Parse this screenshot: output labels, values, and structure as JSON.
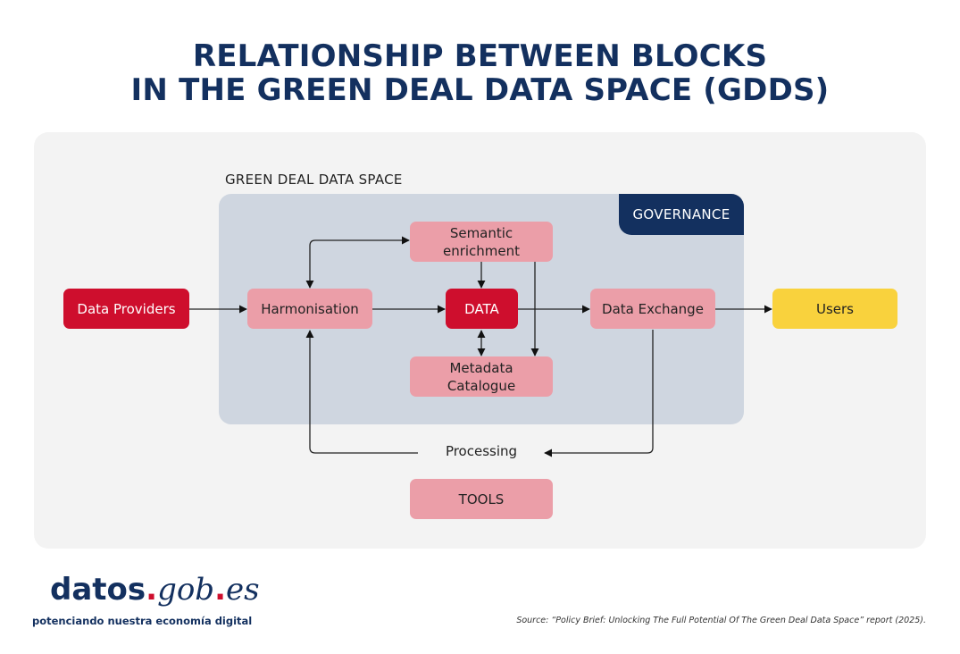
{
  "title": {
    "line1": "RELATIONSHIP BETWEEN BLOCKS",
    "line2": "IN THE GREEN DEAL DATA SPACE (GDDS)"
  },
  "diagram": {
    "container_label": "GREEN DEAL DATA SPACE",
    "governance_label": "GOVERNANCE",
    "nodes": {
      "data_providers": "Data Providers",
      "harmonisation": "Harmonisation",
      "semantic_line1": "Semantic",
      "semantic_line2": "enrichment",
      "data": "DATA",
      "metadata_line1": "Metadata",
      "metadata_line2": "Catalogue",
      "data_exchange": "Data Exchange",
      "users": "Users",
      "processing": "Processing",
      "tools": "TOOLS"
    },
    "edges": [
      {
        "from": "Data Providers",
        "to": "Harmonisation"
      },
      {
        "from": "Harmonisation",
        "to": "DATA"
      },
      {
        "from": "DATA",
        "to": "Data Exchange"
      },
      {
        "from": "Data Exchange",
        "to": "Users"
      },
      {
        "from": "Harmonisation",
        "to": "Semantic enrichment",
        "bidirectional": true
      },
      {
        "from": "Semantic enrichment",
        "to": "DATA"
      },
      {
        "from": "Semantic enrichment",
        "to": "Metadata Catalogue"
      },
      {
        "from": "DATA",
        "to": "Metadata Catalogue",
        "bidirectional": true
      },
      {
        "from": "Data Exchange",
        "to": "Processing"
      },
      {
        "from": "Processing",
        "to": "Harmonisation"
      }
    ],
    "colors": {
      "navy": "#13305f",
      "red": "#ce0e2d",
      "pink": "#eb9ea8",
      "yellow": "#f9d23d",
      "gdds_bg": "#cfd6e0",
      "panel_bg": "#f3f3f3"
    }
  },
  "footer": {
    "logo_part1": "datos",
    "logo_dot1": ".",
    "logo_part2": "gob",
    "logo_dot2": ".",
    "logo_part3": "es",
    "tagline": "potenciando nuestra economía digital",
    "source": "Source: “Policy Brief: Unlocking The Full Potential Of The Green Deal Data Space” report (2025)."
  }
}
